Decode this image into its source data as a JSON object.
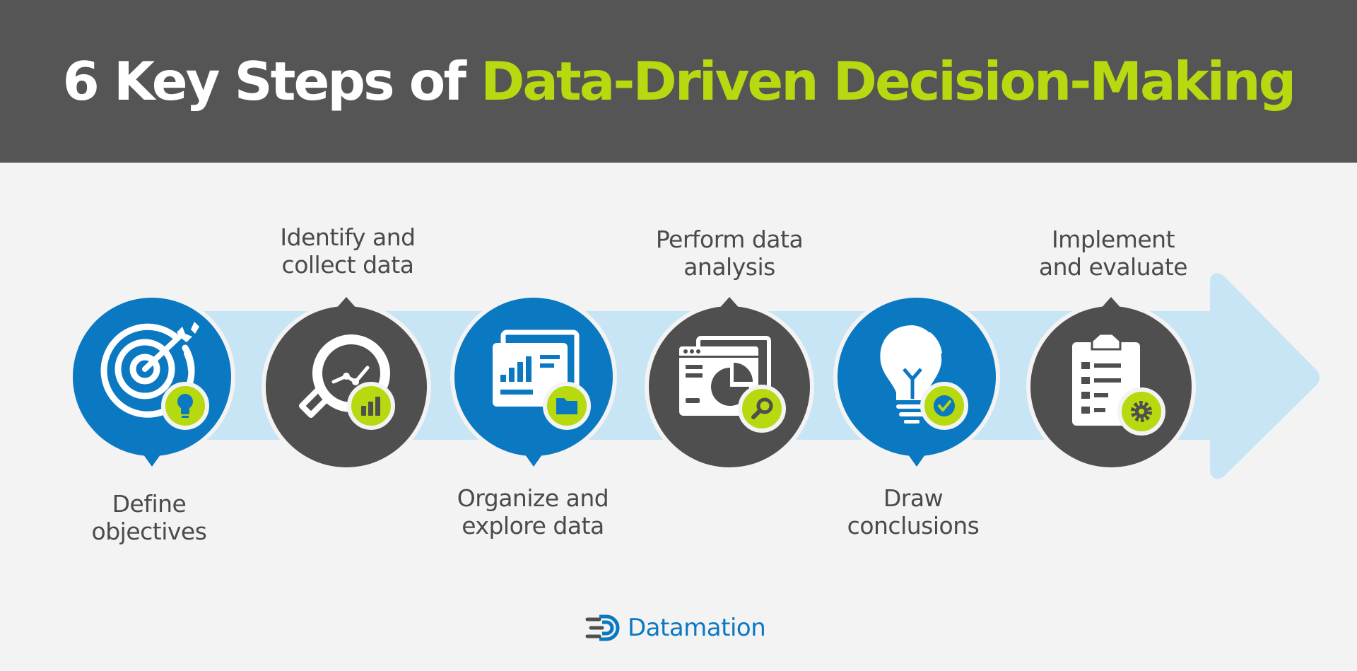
{
  "title": {
    "part1": "6 Key Steps of ",
    "part2": "Data-Driven Decision-Making"
  },
  "colors": {
    "header_bg": "#555555",
    "accent_green": "#b6d90f",
    "blue": "#0b78c2",
    "dark": "#4f4f4f",
    "arrow": "#c7e5f5",
    "background": "#f3f3f3"
  },
  "steps": [
    {
      "line1": "Define",
      "line2": "objectives",
      "icon": "target-icon",
      "badge_icon": "lightbulb-icon",
      "color": "blue",
      "label_position": "below"
    },
    {
      "line1": "Identify and",
      "line2": "collect data",
      "icon": "magnifier-chart-icon",
      "badge_icon": "bar-chart-icon",
      "color": "dark",
      "label_position": "above"
    },
    {
      "line1": "Organize and",
      "line2": "explore data",
      "icon": "dashboard-icon",
      "badge_icon": "folder-icon",
      "color": "blue",
      "label_position": "below"
    },
    {
      "line1": "Perform data",
      "line2": "analysis",
      "icon": "browser-pie-chart-icon",
      "badge_icon": "search-icon",
      "color": "dark",
      "label_position": "above"
    },
    {
      "line1": "Draw",
      "line2": "conclusions",
      "icon": "lightbulb-icon",
      "badge_icon": "check-badge-icon",
      "color": "blue",
      "label_position": "below"
    },
    {
      "line1": "Implement",
      "line2": "and evaluate",
      "icon": "clipboard-checklist-icon",
      "badge_icon": "gear-icon",
      "color": "dark",
      "label_position": "above"
    }
  ],
  "logo": {
    "text": "Datamation",
    "icon": "datamation-logo-icon"
  }
}
